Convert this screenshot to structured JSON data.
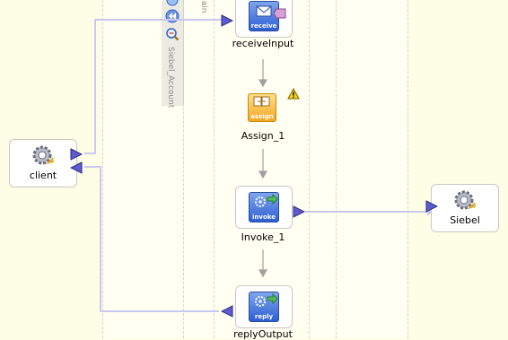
{
  "swimlanes": {
    "main_label": "main",
    "partnerlink_label": "Siebel_Account"
  },
  "partners": {
    "client": {
      "label": "client",
      "icon": "gear-icon"
    },
    "siebel": {
      "label": "Siebel",
      "icon": "gear-icon"
    }
  },
  "activities": [
    {
      "id": "receive",
      "label": "receiveInput",
      "icon_caption": "receive",
      "icon": "envelope-icon"
    },
    {
      "id": "assign",
      "label": "Assign_1",
      "icon_caption": "assign",
      "icon": "assign-icon",
      "warning": true
    },
    {
      "id": "invoke",
      "label": "Invoke_1",
      "icon_caption": "invoke",
      "icon": "invoke-gear-icon"
    },
    {
      "id": "reply",
      "label": "replyOutput",
      "icon_caption": "reply",
      "icon": "reply-gear-icon"
    }
  ],
  "toolbar": {
    "icons": [
      "zoom-in-icon",
      "collapse-left-icon",
      "zoom-out-icon"
    ]
  },
  "colors": {
    "canvas": "#fefee6",
    "lane": "#fffff2",
    "wire": "#c8c8f0",
    "port": "#5c5ccf",
    "flow_arrow": "#a0a0a0"
  }
}
